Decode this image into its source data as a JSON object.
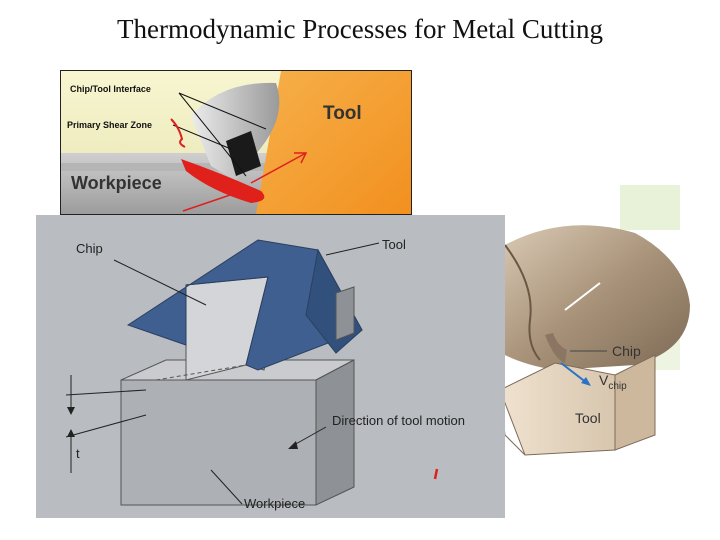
{
  "slide": {
    "title": "Thermodynamic Processes for Metal Cutting"
  },
  "shear_panel": {
    "interface_label": "Chip/Tool Interface",
    "shear_zone_label": "Primary Shear Zone",
    "tool_label": "Tool",
    "workpiece_label": "Workpiece"
  },
  "orthogonal_panel": {
    "chip_label": "Chip",
    "tool_label": "Tool",
    "motion_label": "Direction of tool motion",
    "thickness_label": "t",
    "workpiece_label": "Workpiece"
  },
  "lathe_panel": {
    "chip_label": "Chip",
    "velocity_label": "V",
    "velocity_subscript": "chip",
    "tool_label": "Tool"
  },
  "colors": {
    "tool_orange": "#f7a23a",
    "chip_blue": "#3f5f90",
    "annotation_red": "#e02020",
    "diagram_gray": "#b9bcc0"
  }
}
